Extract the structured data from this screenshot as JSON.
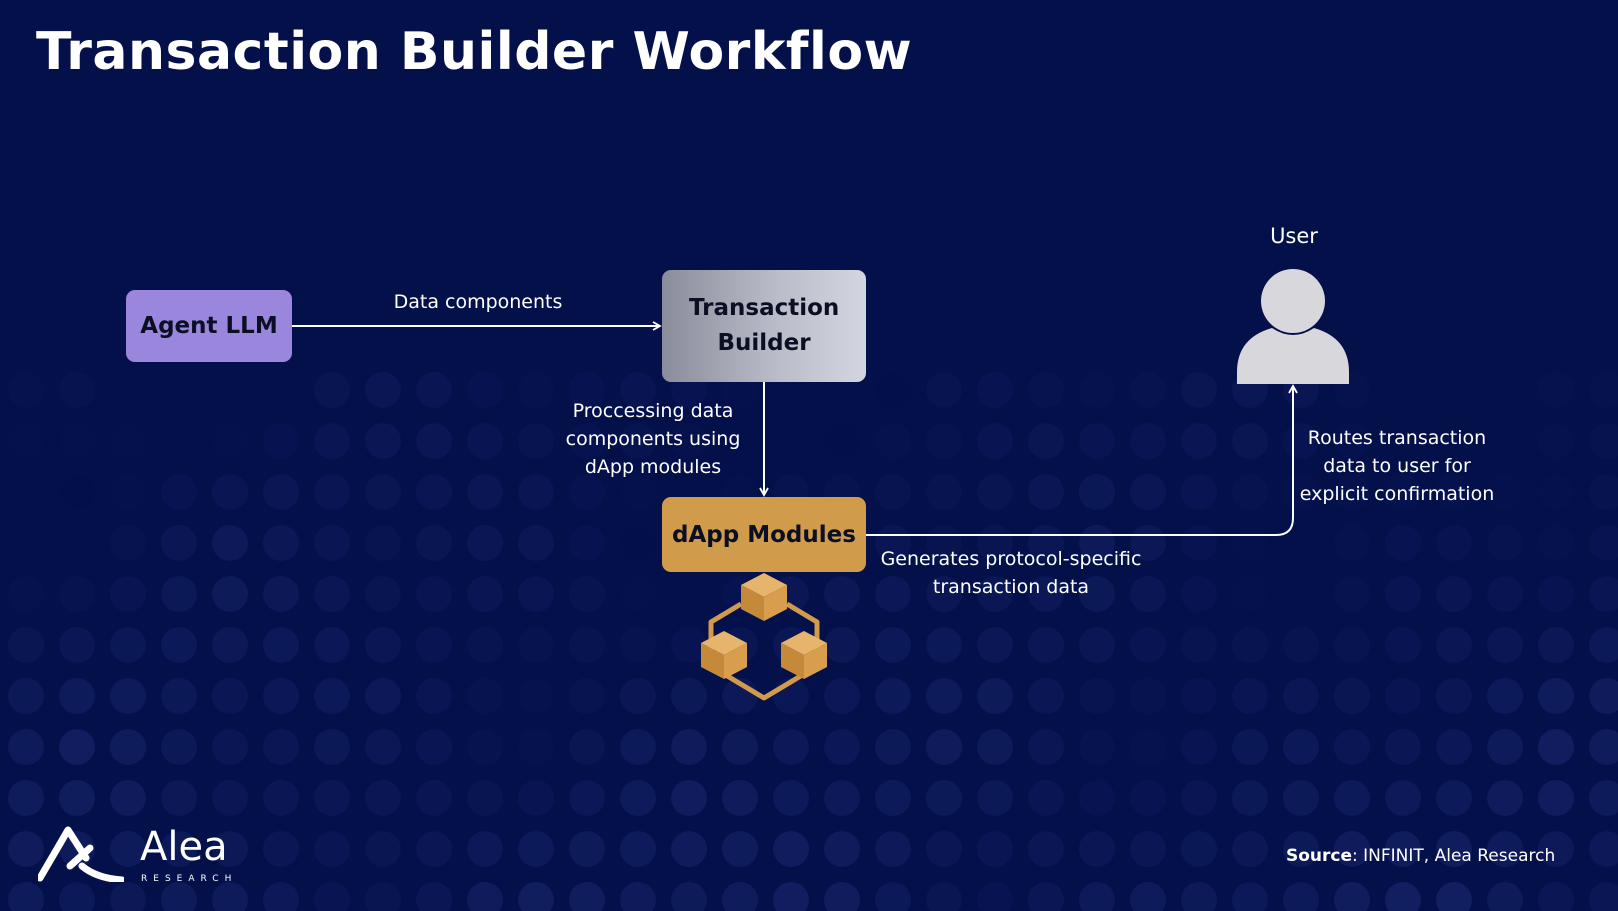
{
  "title": "Transaction Builder Workflow",
  "nodes": {
    "agent_llm": "Agent LLM",
    "transaction_builder": "Transaction Builder",
    "dapp_modules": "dApp Modules",
    "user": "User"
  },
  "edges": {
    "agent_to_builder": "Data components",
    "builder_to_dapp": "Proccessing data components using dApp modules",
    "dapp_out": "Generates protocol-specific transaction data",
    "to_user": "Routes transaction data to user for explicit confirmation"
  },
  "brand": {
    "name": "Alea",
    "tagline": "RESEARCH"
  },
  "source": {
    "label": "Source",
    "text": ": INFINIT, Alea Research"
  },
  "colors": {
    "background": "#04104a",
    "agent_box": "#9b86dd",
    "builder_box_gradient": [
      "#8a8c9b",
      "#d3d5df"
    ],
    "dapp_box": "#d19b4c",
    "user_icon": "#d7d7dc",
    "connector": "#ffffff"
  },
  "icons": [
    "user-icon",
    "cubes-icon",
    "alea-logo-icon"
  ]
}
